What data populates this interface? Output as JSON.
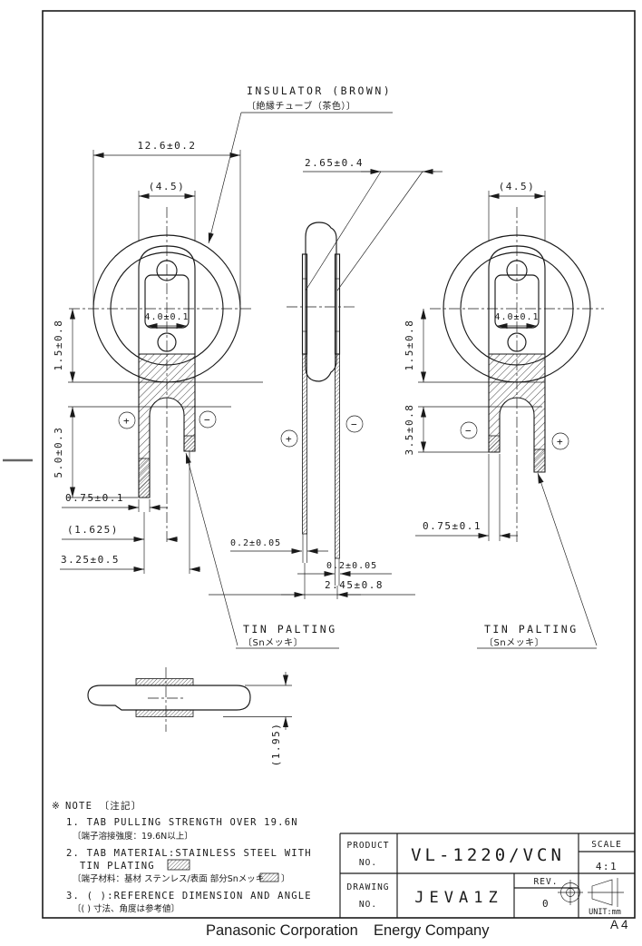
{
  "sheet": {
    "size_label": "A 4"
  },
  "labels": {
    "insulator_en": "INSULATOR (BROWN)",
    "insulator_jp": "〔絶縁チューブ（茶色）〕",
    "tin_plating_en": "TIN PALTING",
    "tin_plating_jp": "〔Snメッキ〕",
    "plus": "+",
    "minus": "−"
  },
  "dimensions": {
    "front": {
      "overall_dia": "12.6±0.2",
      "tab_width_ref": "(4.5)",
      "window_width": "4.0±0.1",
      "insulator_offset": "1.5±0.8",
      "leg_length": "5.0±0.3",
      "leg_width": "0.75±0.1",
      "leg_half_pitch": "(1.625)",
      "leg_pitch": "3.25±0.5"
    },
    "side": {
      "tab_gap": "2.65±0.4",
      "tab_thickness_neg": "0.2±0.05",
      "tab_thickness_pos": "0.2±0.05",
      "overall_span": "2.45±0.8"
    },
    "back": {
      "tab_width_ref": "(4.5)",
      "window_width": "4.0±0.1",
      "insulator_offset": "1.5±0.8",
      "leg_length": "3.5±0.8",
      "leg_width": "0.75±0.1"
    },
    "bottom": {
      "thickness_ref": "(1.95)"
    }
  },
  "notes": {
    "marker": "※",
    "title": "NOTE 〔注記〕",
    "item1_en": "1. TAB PULLING STRENGTH OVER 19.6N",
    "item1_jp": "〔端子溶接強度：19.6N以上〕",
    "item2_en": "2. TAB MATERIAL:STAINLESS STEEL WITH",
    "item2_en2": "TIN PLATING",
    "item2_jp": "〔端子材料：基材 ステンレス/表面 部分Snメッキ",
    "item2_jp_close": "〕",
    "item3_en": "3. ( ):REFERENCE DIMENSION AND ANGLE",
    "item3_jp": "〔( ) 寸法、角度は参考値〕"
  },
  "title_block": {
    "product_label1": "PRODUCT",
    "product_label2": "NO.",
    "product_no": "VL-1220/VCN",
    "drawing_label1": "DRAWING",
    "drawing_label2": "NO.",
    "drawing_no": "JEVA1Z",
    "scale_label": "SCALE",
    "scale_value": "4:1",
    "rev_label": "REV.",
    "rev_value": "0",
    "unit_label": "UNIT:mm"
  },
  "footer": {
    "company1": "Panasonic Corporation",
    "company2": "Energy Company"
  },
  "colors": {
    "line": "#1a1a1a",
    "note_marker": "#993333",
    "background": "#ffffff"
  }
}
